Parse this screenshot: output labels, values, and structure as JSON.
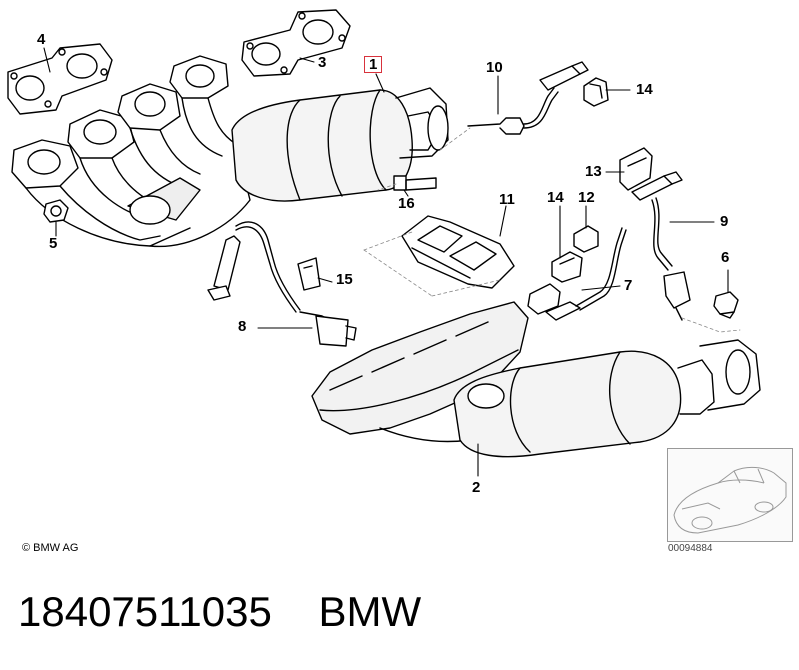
{
  "callouts": [
    {
      "id": "1",
      "text": "1"
    },
    {
      "id": "2",
      "text": "2"
    },
    {
      "id": "3",
      "text": "3"
    },
    {
      "id": "4",
      "text": "4"
    },
    {
      "id": "5",
      "text": "5"
    },
    {
      "id": "6",
      "text": "6"
    },
    {
      "id": "7",
      "text": "7"
    },
    {
      "id": "8",
      "text": "8"
    },
    {
      "id": "9",
      "text": "9"
    },
    {
      "id": "10",
      "text": "10"
    },
    {
      "id": "11",
      "text": "11"
    },
    {
      "id": "12",
      "text": "12"
    },
    {
      "id": "13",
      "text": "13"
    },
    {
      "id": "14a",
      "text": "14"
    },
    {
      "id": "14b",
      "text": "14"
    },
    {
      "id": "15",
      "text": "15"
    },
    {
      "id": "16",
      "text": "16"
    }
  ],
  "copyright": "© BMW AG",
  "reference_code": "00094884",
  "footer": {
    "part_number": "18407511035",
    "brand": "BMW"
  },
  "colors": {
    "line": "#000000",
    "highlight_box": "#d8323c",
    "shade": "#e6e6e6"
  }
}
